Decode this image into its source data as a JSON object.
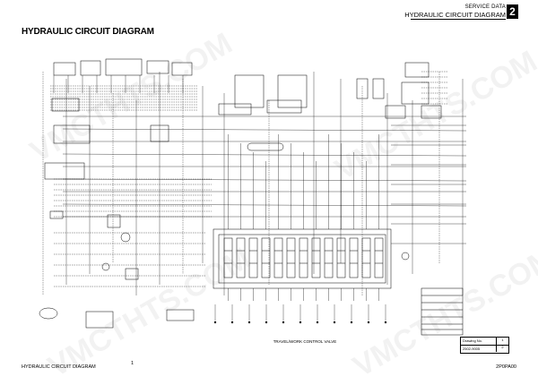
{
  "header": {
    "section": "SERVICE DATA",
    "title": "HYDRAULIC CIRCUIT DIAGRAM",
    "chapter": "2"
  },
  "page_title": "HYDRAULIC CIRCUIT DIAGRAM",
  "footer": {
    "left": "HYDRAULIC CIRCUIT DIAGRAM",
    "page": "1",
    "right": "2P0PA00"
  },
  "drawing_box": {
    "label": "Drawing No.",
    "number": "2502-9005",
    "sheet_top": "1",
    "sheet_bottom": "2"
  },
  "valve_label": "TRAVEL/WORK CONTROL VALVE",
  "watermark": "VMCTHTS.COM"
}
